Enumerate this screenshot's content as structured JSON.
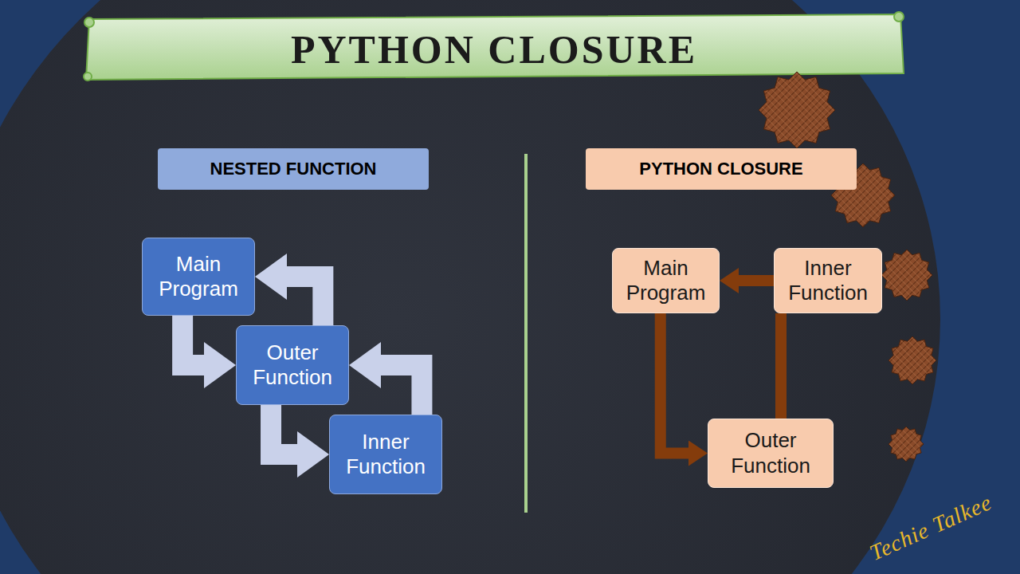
{
  "diagram": {
    "title": "PYTHON CLOSURE",
    "nodes": [
      {
        "text": [
          "NESTED FUNCTION"
        ]
      },
      {
        "text": [
          "PYTHON CLOSURE"
        ]
      },
      {
        "text": [
          "Main Program"
        ]
      },
      {
        "text": [
          "Outer Function"
        ]
      },
      {
        "text": [
          "Inner Function"
        ]
      },
      {
        "text": [
          "Main Program"
        ]
      },
      {
        "text": [
          "Inner Function"
        ]
      },
      {
        "text": [
          "Outer Function"
        ]
      }
    ],
    "edges": [
      {
        "from": 2,
        "to": 3,
        "arrow": "to"
      },
      {
        "from": 3,
        "to": 2,
        "arrow": "to"
      },
      {
        "from": 3,
        "to": 4,
        "arrow": "to"
      },
      {
        "from": 4,
        "to": 3,
        "arrow": "to"
      },
      {
        "from": 5,
        "to": 7,
        "arrow": "to"
      },
      {
        "from": 7,
        "to": 6,
        "arrow": "none"
      },
      {
        "from": 6,
        "to": 5,
        "arrow": "to"
      }
    ],
    "labels": [
      "Techie Talkee"
    ]
  }
}
